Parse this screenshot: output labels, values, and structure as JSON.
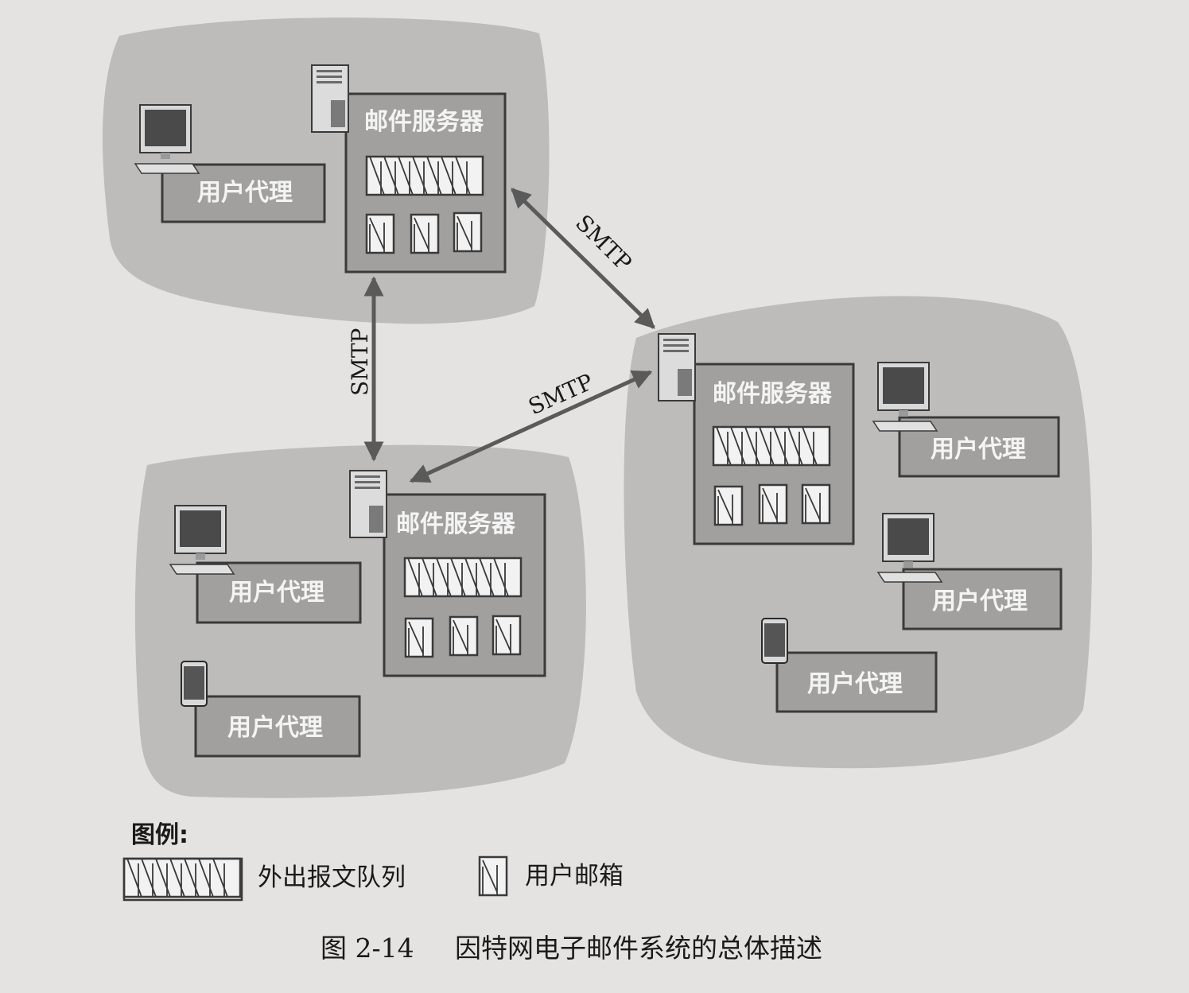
{
  "mail_server_label": "邮件服务器",
  "user_agent_label": "用户代理",
  "protocol_label": "SMTP",
  "legend": {
    "title": "图例:",
    "queue_label": "外出报文队列",
    "mailbox_label": "用户邮箱"
  },
  "caption": {
    "number": "图 2-14",
    "title": "因特网电子邮件系统的总体描述"
  },
  "colors": {
    "zone": "#bdbcba",
    "box": "#a1a09e",
    "background": "#e4e3e1"
  }
}
